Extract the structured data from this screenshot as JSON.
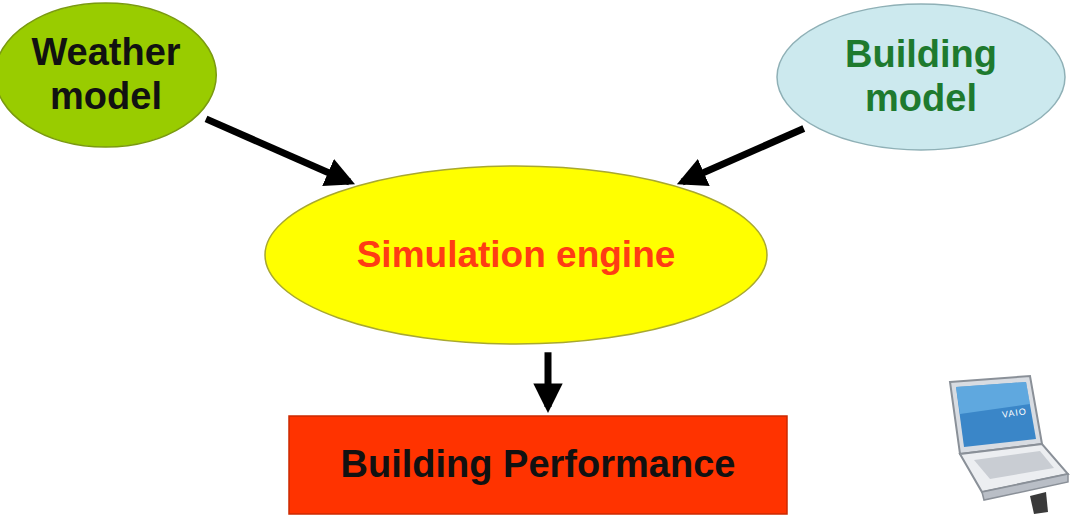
{
  "diagram": {
    "nodes": [
      {
        "text": [
          "Weather model"
        ]
      },
      {
        "text": [
          "Building model"
        ]
      },
      {
        "text": [
          "Simulation engine"
        ]
      },
      {
        "text": [
          "Building Performance"
        ]
      }
    ],
    "edges": [
      {
        "from": 0,
        "to": 2,
        "arrow": "to"
      },
      {
        "from": 1,
        "to": 2,
        "arrow": "to"
      },
      {
        "from": 2,
        "to": 3,
        "arrow": "to"
      }
    ],
    "labels": [
      "VAIO"
    ]
  }
}
